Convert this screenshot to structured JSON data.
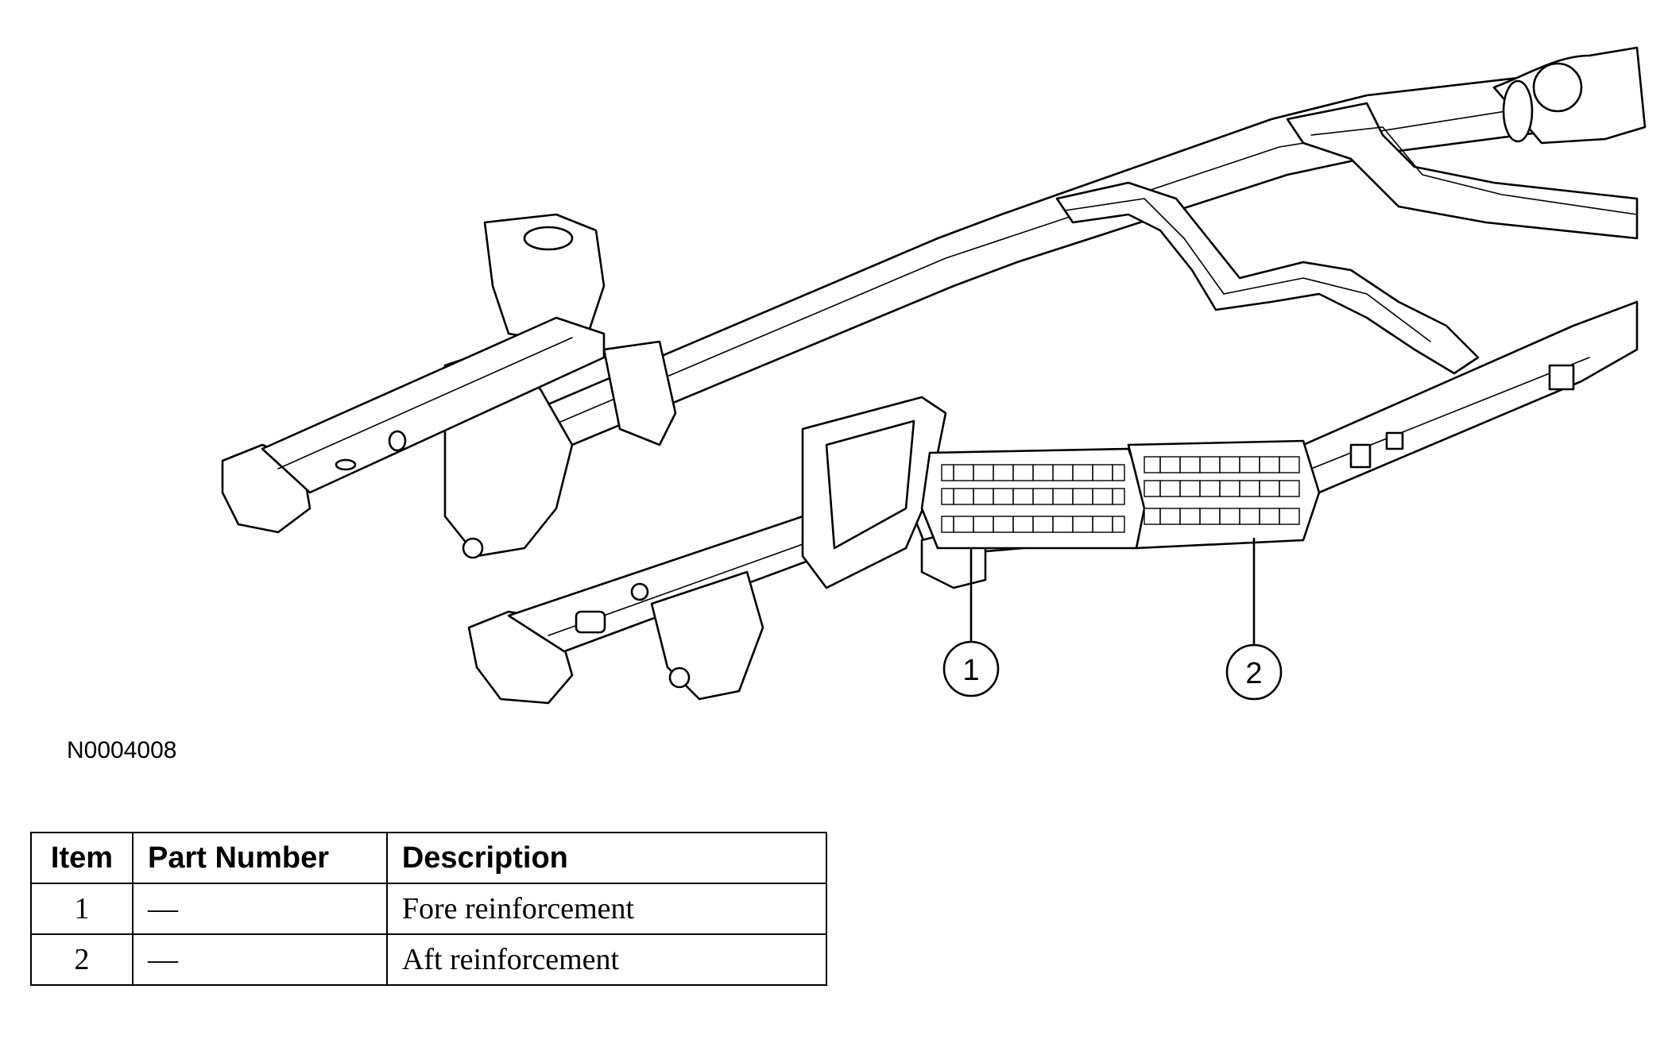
{
  "figure_code": "N0004008",
  "callouts": [
    {
      "label": "1"
    },
    {
      "label": "2"
    }
  ],
  "table": {
    "headers": {
      "item": "Item",
      "part_number": "Part Number",
      "description": "Description"
    },
    "rows": [
      {
        "item": "1",
        "part_number": "—",
        "description": "Fore reinforcement"
      },
      {
        "item": "2",
        "part_number": "—",
        "description": "Aft reinforcement"
      }
    ]
  }
}
